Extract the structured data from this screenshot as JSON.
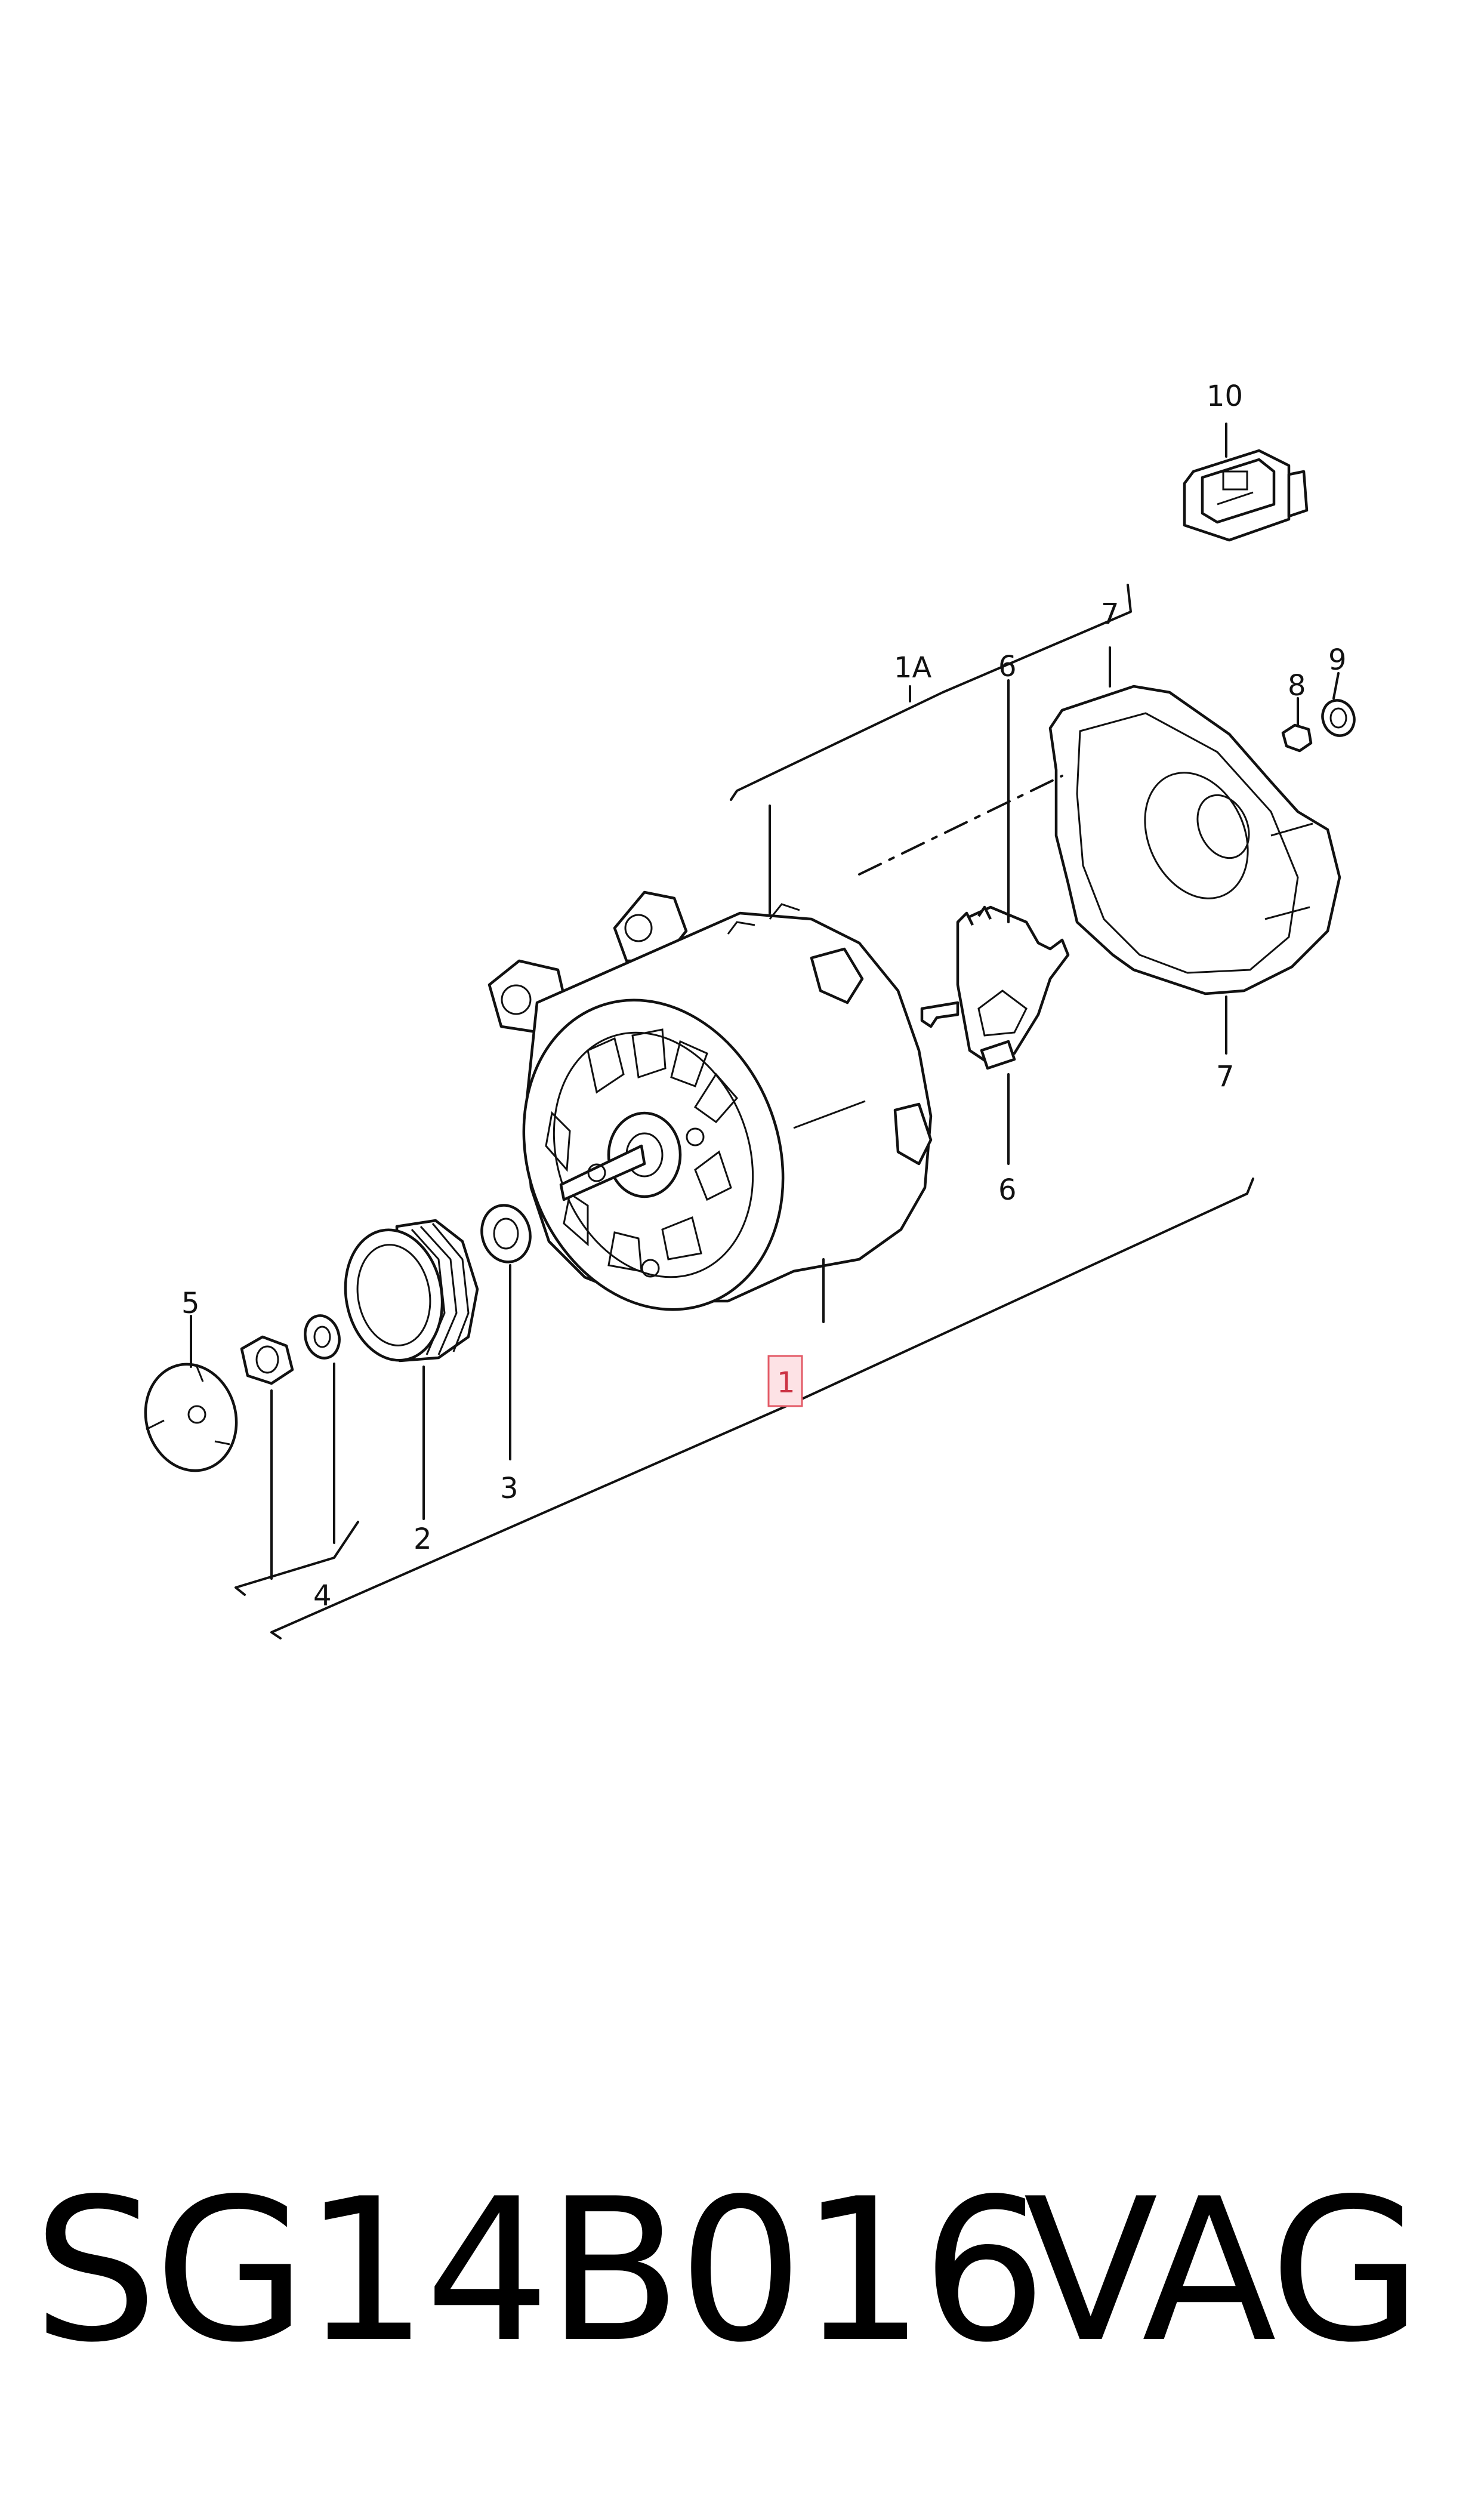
{
  "diagram": {
    "callouts": [
      {
        "id": "1",
        "label": "1",
        "highlighted": true
      },
      {
        "id": "1A",
        "label": "1A"
      },
      {
        "id": "2",
        "label": "2"
      },
      {
        "id": "3",
        "label": "3"
      },
      {
        "id": "4",
        "label": "4"
      },
      {
        "id": "5",
        "label": "5"
      },
      {
        "id": "6a",
        "label": "6"
      },
      {
        "id": "6b",
        "label": "6"
      },
      {
        "id": "7a",
        "label": "7"
      },
      {
        "id": "7b",
        "label": "7"
      },
      {
        "id": "8",
        "label": "8"
      },
      {
        "id": "9",
        "label": "9"
      },
      {
        "id": "10",
        "label": "10"
      }
    ],
    "highlight_color": "#e35a66"
  },
  "caption": {
    "part_number": "SG14B016",
    "brand": "VAG"
  }
}
